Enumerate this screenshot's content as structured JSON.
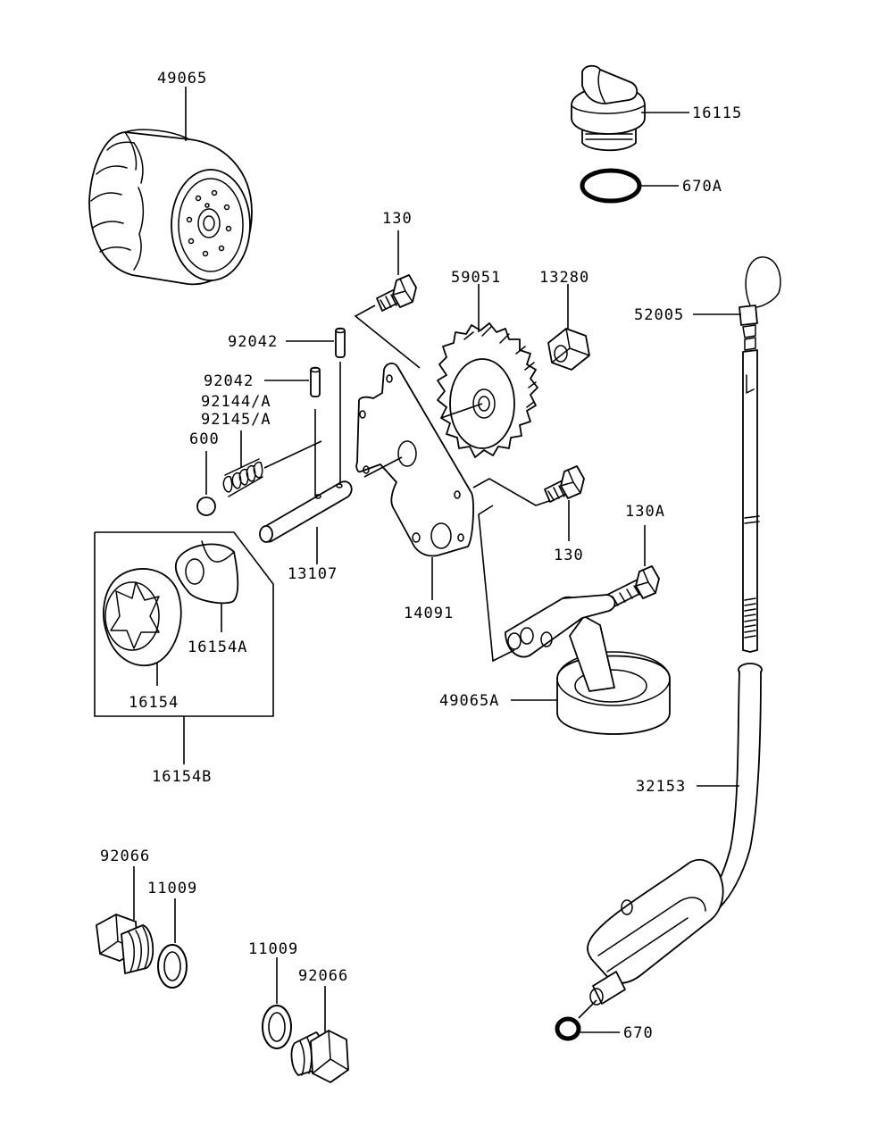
{
  "labels": {
    "l49065": "49065",
    "l16115": "16115",
    "l670A": "670A",
    "l130_top": "130",
    "l59051": "59051",
    "l13280": "13280",
    "l52005": "52005",
    "l92042_a": "92042",
    "l92042_b": "92042",
    "l92144A": "92144/A",
    "l92145A": "92145/A",
    "l600": "600",
    "l130_mid": "130",
    "l130A": "130A",
    "l13107": "13107",
    "l14091": "14091",
    "l16154A": "16154A",
    "l16154": "16154",
    "l16154B": "16154B",
    "l49065A": "49065A",
    "l32153": "32153",
    "l92066_a": "92066",
    "l11009_a": "11009",
    "l11009_b": "11009",
    "l92066_b": "92066",
    "l670": "670"
  }
}
